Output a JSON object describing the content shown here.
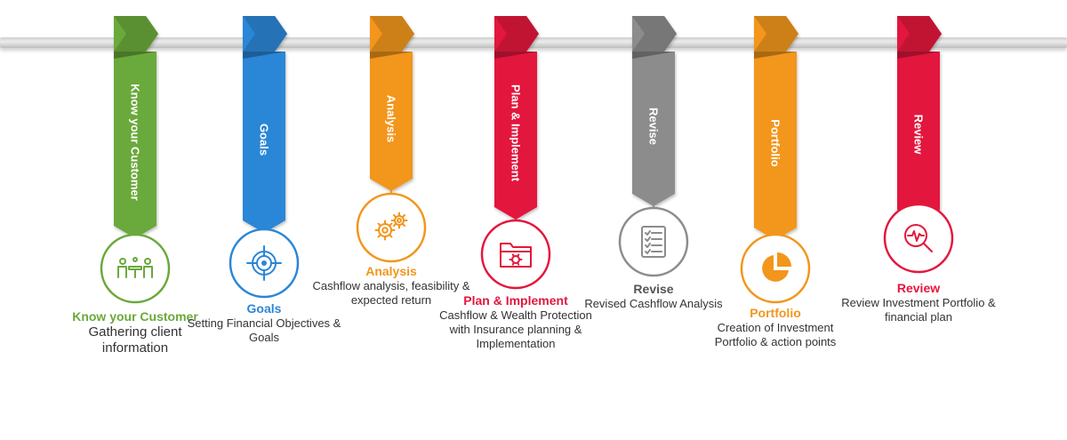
{
  "steps": [
    {
      "banner_label": "Know your Customer",
      "title": "Know your Customer",
      "description": "Gathering client information",
      "color": "#6aa93a",
      "icon": "meeting-icon"
    },
    {
      "banner_label": "Goals",
      "title": "Goals",
      "description": "Setting Financial Objectives & Goals",
      "color": "#2b86d6",
      "icon": "target-icon"
    },
    {
      "banner_label": "Analysis",
      "title": "Analysis",
      "description": "Cashflow analysis, feasibility & expected return",
      "color": "#f2961c",
      "icon": "gears-icon"
    },
    {
      "banner_label": "Plan & Implement",
      "title": "Plan & Implement",
      "description": "Cashflow & Wealth Protection with Insurance planning & Implementation",
      "color": "#e3173c",
      "icon": "folder-gear-icon"
    },
    {
      "banner_label": "Revise",
      "title": "Revise",
      "description": "Revised Cashflow Analysis",
      "color": "#8c8c8c",
      "icon": "checklist-icon"
    },
    {
      "banner_label": "Portfolio",
      "title": "Portfolio",
      "description": "Creation of Investment Portfolio & action points",
      "color": "#f2961c",
      "icon": "pie-chart-icon"
    },
    {
      "banner_label": "Review",
      "title": "Review",
      "description": "Review Investment Portfolio & financial plan",
      "color": "#e3173c",
      "icon": "magnifier-chart-icon"
    }
  ]
}
